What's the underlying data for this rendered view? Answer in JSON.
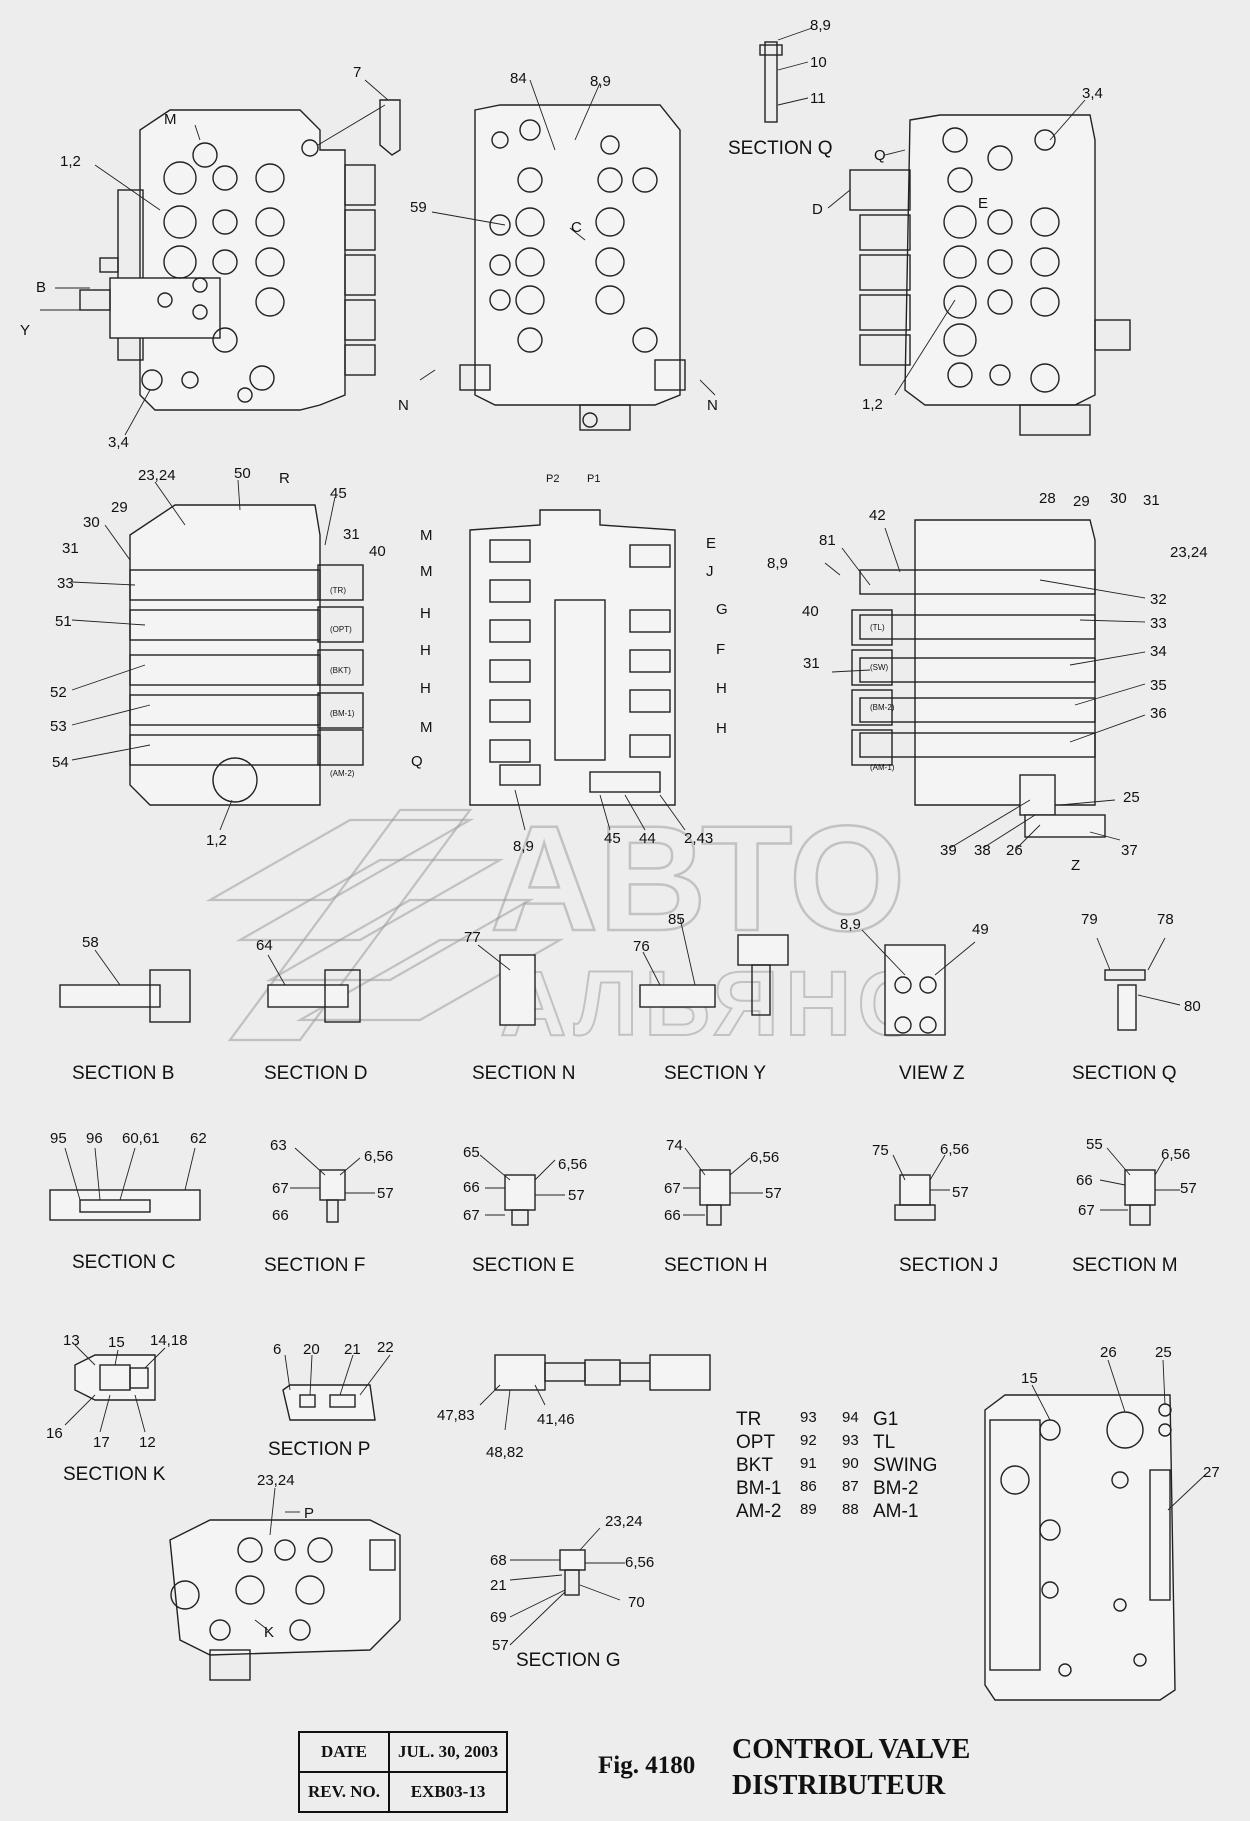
{
  "watermark": {
    "line1": "АВТО",
    "line2": "АЛЬЯНС"
  },
  "views": {
    "left_top": [
      "7",
      "M",
      "1,2",
      "B",
      "Y",
      "3,4"
    ],
    "mid_top": [
      "84",
      "8,9",
      "59",
      "C",
      "N",
      "N"
    ],
    "section_q_top": [
      "8,9",
      "10",
      "11",
      "SECTION  Q"
    ],
    "right_top": [
      "3,4",
      "Q",
      "D",
      "E",
      "1,2"
    ],
    "left_mid": [
      "23,24",
      "50",
      "R",
      "45",
      "30",
      "29",
      "31",
      "31",
      "40",
      "33",
      "51",
      "52",
      "53",
      "54",
      "1,2"
    ],
    "left_mid_tags": [
      "(TR)",
      "(OPT)",
      "(BKT)",
      "(BM-1)",
      "(AM-2)"
    ],
    "mid_mid": [
      "P2",
      "P1",
      "M",
      "M",
      "H",
      "H",
      "H",
      "M",
      "Q",
      "E",
      "J",
      "G",
      "F",
      "H",
      "H",
      "8,9",
      "45",
      "44",
      "2,43"
    ],
    "right_mid": [
      "42",
      "28",
      "29",
      "30",
      "31",
      "81",
      "8,9",
      "23,24",
      "32",
      "40",
      "33",
      "34",
      "31",
      "35",
      "36",
      "25",
      "39",
      "38",
      "26",
      "37",
      "Z"
    ],
    "right_mid_tags": [
      "(TL)",
      "(SW)",
      "(BM-2)",
      "(AM-1)"
    ]
  },
  "row3": {
    "labels": [
      "58",
      "64",
      "77",
      "85",
      "76",
      "8,9",
      "49",
      "79",
      "78",
      "80"
    ],
    "sections": [
      "SECTION  B",
      "SECTION  D",
      "SECTION  N",
      "SECTION  Y",
      "VIEW  Z",
      "SECTION  Q"
    ]
  },
  "row4": {
    "labels_c": [
      "95",
      "96",
      "60,61",
      "62"
    ],
    "labels_f": [
      "63",
      "6,56",
      "67",
      "57",
      "66"
    ],
    "labels_e": [
      "65",
      "6,56",
      "66",
      "57",
      "67"
    ],
    "labels_h": [
      "74",
      "6,56",
      "67",
      "57",
      "66"
    ],
    "labels_j": [
      "75",
      "6,56",
      "57"
    ],
    "labels_m": [
      "55",
      "6,56",
      "66",
      "57",
      "67"
    ],
    "sections": [
      "SECTION  C",
      "SECTION  F",
      "SECTION  E",
      "SECTION  H",
      "SECTION  J",
      "SECTION  M"
    ]
  },
  "row5": {
    "labels_k": [
      "13",
      "15",
      "14,18",
      "16",
      "17",
      "12"
    ],
    "labels_p": [
      "6",
      "20",
      "21",
      "22"
    ],
    "labels_spool": [
      "47,83",
      "41,46",
      "48,82"
    ],
    "labels_bottom_left": [
      "23,24",
      "P",
      "K"
    ],
    "labels_g": [
      "68",
      "23,24",
      "21",
      "6,56",
      "69",
      "57",
      "70"
    ],
    "labels_right": [
      "15",
      "26",
      "25",
      "27"
    ],
    "sections": [
      "SECTION  P",
      "SECTION  K",
      "SECTION  G"
    ]
  },
  "legend": [
    {
      "left": "TR",
      "n1": "93",
      "n2": "94",
      "right": "G1"
    },
    {
      "left": "OPT",
      "n1": "92",
      "n2": "93",
      "right": "TL"
    },
    {
      "left": "BKT",
      "n1": "91",
      "n2": "90",
      "right": "SWING"
    },
    {
      "left": "BM-1",
      "n1": "86",
      "n2": "87",
      "right": "BM-2"
    },
    {
      "left": "AM-2",
      "n1": "89",
      "n2": "88",
      "right": "AM-1"
    }
  ],
  "info": {
    "date_label": "DATE",
    "date_value": "JUL. 30, 2003",
    "rev_label": "REV. NO.",
    "rev_value": "EXB03-13"
  },
  "figure": "Fig. 4180",
  "title_en": "CONTROL VALVE",
  "title_fr": "DISTRIBUTEUR"
}
